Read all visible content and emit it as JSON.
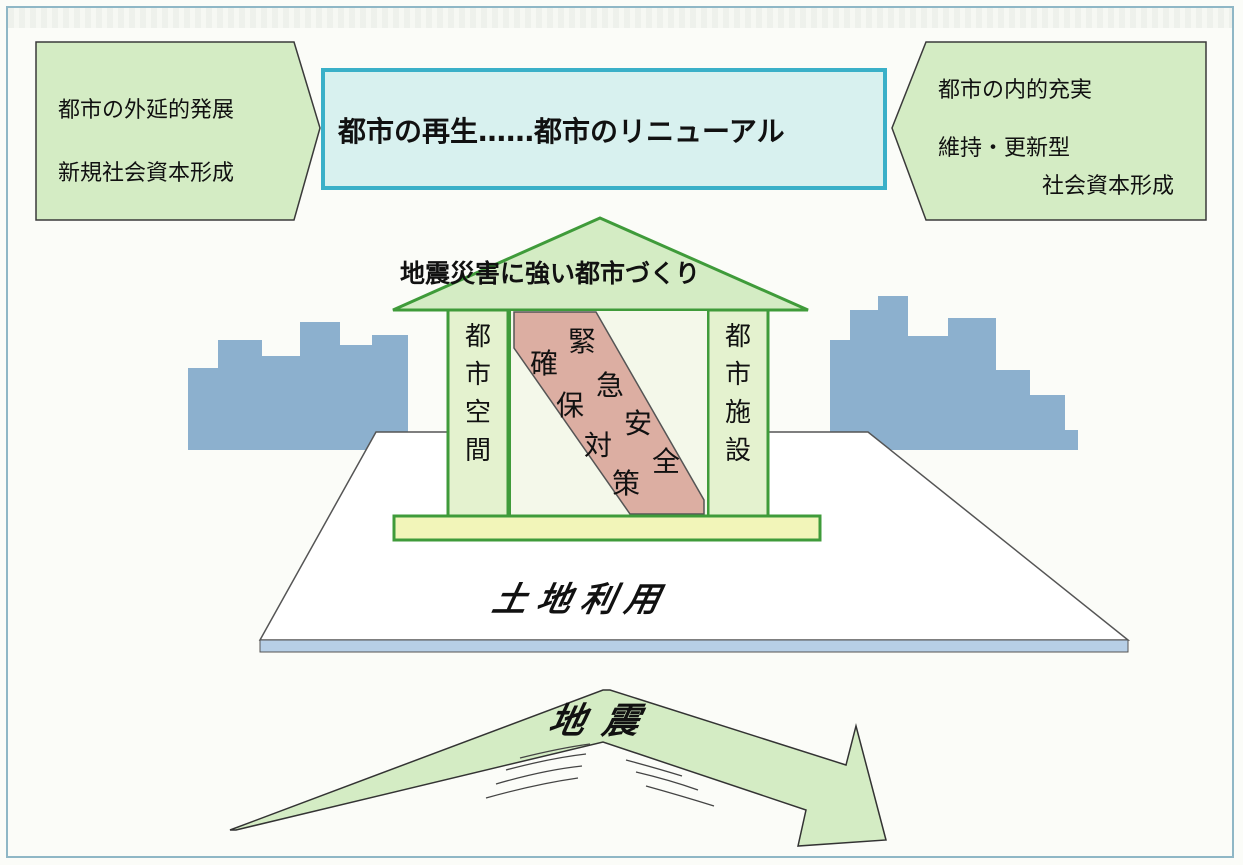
{
  "left_box": {
    "line1": "都市の外延的発展",
    "line2": "新規社会資本形成"
  },
  "center_box": {
    "text": "都市の再生……都市のリニューアル"
  },
  "right_box": {
    "line1": "都市の内的充実",
    "line2": "維持・更新型",
    "line3": "社会資本形成"
  },
  "roof_label": "地震災害に強い都市づくり",
  "pillars": {
    "left_label": [
      "都",
      "市",
      "空",
      "間"
    ],
    "right_label": [
      "都",
      "市",
      "施",
      "設"
    ]
  },
  "diagonal_band": {
    "col1": [
      "確",
      "保"
    ],
    "col2": [
      "緊",
      "急",
      "対",
      "策"
    ],
    "col3": [
      "安",
      "全"
    ]
  },
  "platform_label": "土地利用",
  "arrow_label": "地震",
  "colors": {
    "green_fill": "#d4ecc4",
    "green_stroke": "#3f9b3a",
    "cyan_fill": "#d8f1ef",
    "cyan_stroke": "#3ab0c8",
    "pillar_fill": "#e4f2cf",
    "band_fill": "#dcaea2",
    "skyline": "#7fa7c9",
    "base_fill": "#f2f5b9"
  }
}
